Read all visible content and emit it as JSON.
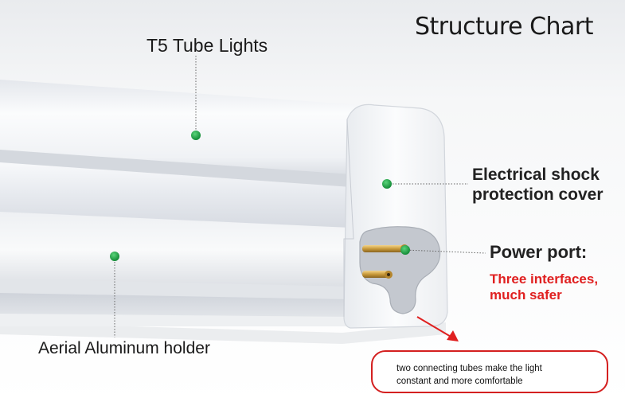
{
  "title": "Structure Chart",
  "labels": {
    "t5_tube": "T5 Tube Lights",
    "shock_cover_line1": "Electrical shock",
    "shock_cover_line2": "protection cover",
    "power_port": "Power port:",
    "safer_line1": "Three interfaces,",
    "safer_line2": "much safer",
    "holder": "Aerial Aluminum holder"
  },
  "note": {
    "line1": "two connecting tubes make the light",
    "line2": "constant and more comfortable"
  },
  "colors": {
    "marker": "#1aa646",
    "accent_red": "#e02020",
    "note_border": "#d42020",
    "tube_white": "#f4f6f9",
    "pin_gold": "#c99a3a"
  }
}
